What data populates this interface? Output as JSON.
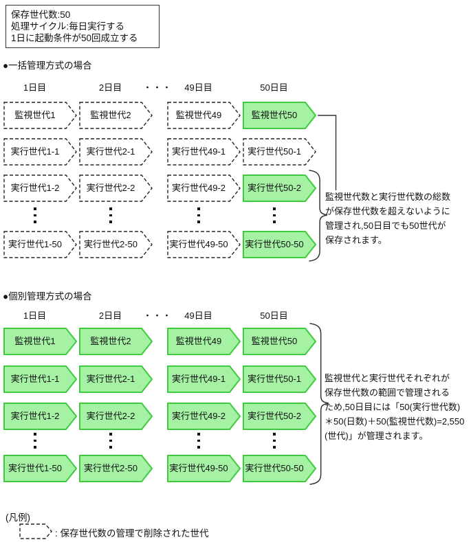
{
  "colors": {
    "kept_fill": "#a5f2a5",
    "kept_border": "#3ecb3e",
    "deleted_fill": "#ffffff",
    "line": "#333333"
  },
  "info_box": {
    "lines": [
      "保存世代数:50",
      "処理サイクル:毎日実行する",
      "1日に起動条件が50回成立する"
    ]
  },
  "sections": [
    {
      "title": "●一括管理方式の場合",
      "day_headers": [
        "1日目",
        "2日目",
        "49日目",
        "50日目"
      ],
      "ellipsis": "・・・",
      "rows": [
        {
          "type": "arrows",
          "cells": [
            {
              "label": "監視世代1",
              "variant": "deleted"
            },
            {
              "label": "監視世代2",
              "variant": "deleted"
            },
            {
              "label": "監視世代49",
              "variant": "deleted"
            },
            {
              "label": "監視世代50",
              "variant": "kept"
            }
          ]
        },
        {
          "type": "arrows",
          "cells": [
            {
              "label": "実行世代1-1",
              "variant": "deleted"
            },
            {
              "label": "実行世代2-1",
              "variant": "deleted"
            },
            {
              "label": "実行世代49-1",
              "variant": "deleted"
            },
            {
              "label": "実行世代50-1",
              "variant": "deleted"
            }
          ]
        },
        {
          "type": "arrows",
          "cells": [
            {
              "label": "実行世代1-2",
              "variant": "deleted"
            },
            {
              "label": "実行世代2-2",
              "variant": "deleted"
            },
            {
              "label": "実行世代49-2",
              "variant": "deleted"
            },
            {
              "label": "実行世代50-2",
              "variant": "kept"
            }
          ]
        },
        {
          "type": "dots"
        },
        {
          "type": "arrows",
          "cells": [
            {
              "label": "実行世代1-50",
              "variant": "deleted"
            },
            {
              "label": "実行世代2-50",
              "variant": "deleted"
            },
            {
              "label": "実行世代49-50",
              "variant": "deleted"
            },
            {
              "label": "実行世代50-50",
              "variant": "kept"
            }
          ]
        }
      ],
      "annotation_lines": [
        "監視世代数と実行世代数の総数",
        "が保存世代数を超えないように",
        "管理され,50日目でも50世代が",
        "保存されます。"
      ]
    },
    {
      "title": "●個別管理方式の場合",
      "day_headers": [
        "1日目",
        "2日目",
        "49日目",
        "50日目"
      ],
      "ellipsis": "・・・",
      "rows": [
        {
          "type": "arrows",
          "cells": [
            {
              "label": "監視世代1",
              "variant": "kept"
            },
            {
              "label": "監視世代2",
              "variant": "kept"
            },
            {
              "label": "監視世代49",
              "variant": "kept"
            },
            {
              "label": "監視世代50",
              "variant": "kept"
            }
          ]
        },
        {
          "type": "arrows",
          "cells": [
            {
              "label": "実行世代1-1",
              "variant": "kept"
            },
            {
              "label": "実行世代2-1",
              "variant": "kept"
            },
            {
              "label": "実行世代49-1",
              "variant": "kept"
            },
            {
              "label": "実行世代50-1",
              "variant": "kept"
            }
          ]
        },
        {
          "type": "arrows",
          "cells": [
            {
              "label": "実行世代1-2",
              "variant": "kept"
            },
            {
              "label": "実行世代2-2",
              "variant": "kept"
            },
            {
              "label": "実行世代49-2",
              "variant": "kept"
            },
            {
              "label": "実行世代50-2",
              "variant": "kept"
            }
          ]
        },
        {
          "type": "dots"
        },
        {
          "type": "arrows",
          "cells": [
            {
              "label": "実行世代1-50",
              "variant": "kept"
            },
            {
              "label": "実行世代2-50",
              "variant": "kept"
            },
            {
              "label": "実行世代49-50",
              "variant": "kept"
            },
            {
              "label": "実行世代50-50",
              "variant": "kept"
            }
          ]
        }
      ],
      "annotation_lines": [
        "監視世代と実行世代それぞれが",
        "保存世代数の範囲で管理される",
        "ため,50日目には「50(実行世代数)",
        "＊50(日数)＋50(監視世代数)=2,550",
        "(世代)」が管理されます。"
      ]
    }
  ],
  "legend": {
    "title": "(凡例)",
    "entry_text": ": 保存世代数の管理で削除された世代"
  }
}
